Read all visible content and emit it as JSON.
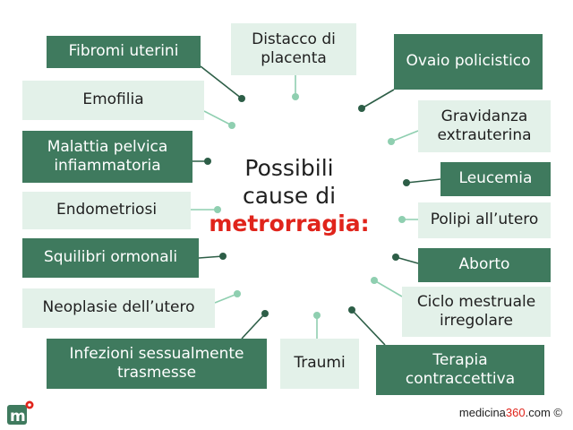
{
  "center": {
    "line1": "Possibili",
    "line2": "cause di",
    "highlight": "metrorragia:"
  },
  "causes": {
    "fibromi": "Fibromi uterini",
    "distacco": "Distacco di placenta",
    "ovaio": "Ovaio policistico",
    "emofilia": "Emofilia",
    "gravidanza": "Gravidanza extrauterina",
    "malattia": "Malattia pelvica infiammatoria",
    "leucemia": "Leucemia",
    "endometriosi": "Endometriosi",
    "polipi": "Polipi all’utero",
    "squilibri": "Squilibri ormonali",
    "aborto": "Aborto",
    "ciclo": "Ciclo mestruale irregolare",
    "neoplasie": "Neoplasie dell’utero",
    "infezioni": "Infezioni sessualmente trasmesse",
    "traumi": "Traumi",
    "terapia": "Terapia contraccettiva"
  },
  "footer": {
    "prefix": "medicina",
    "number": "360",
    "suffix": ".com ©"
  },
  "colors": {
    "dark_box": "#3f7a5e",
    "light_box": "#e3f1e9",
    "dark_line": "#2d5e47",
    "light_line": "#8fcfb0",
    "highlight": "#e0241b"
  }
}
